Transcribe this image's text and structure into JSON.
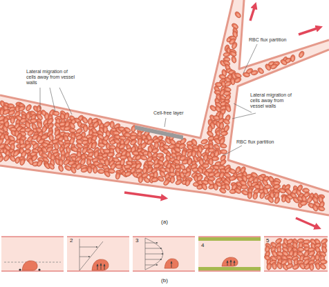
{
  "diagram": {
    "labels": [
      "Lateral migration of cells away from vessel walls",
      "Cell-free layer",
      "RBC flux partition",
      "Lateral migration of cells away from vessel walls",
      "RBC flux partition",
      "(a)",
      "2",
      "3",
      "4",
      "5",
      "(b)"
    ]
  }
}
